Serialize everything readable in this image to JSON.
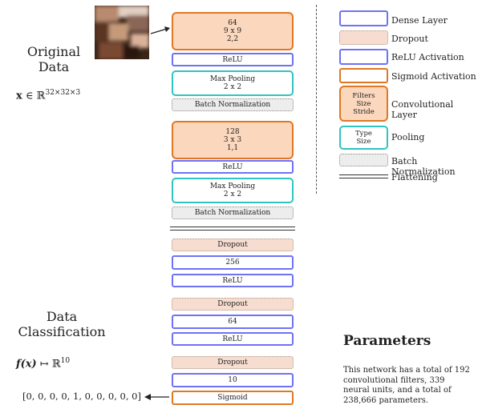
{
  "input": {
    "title_line1": "Original",
    "title_line2": "Data",
    "formula": "x ∈ ℝ³²ˣ³²ˣ³",
    "formula_bold": "x",
    "formula_rest": " ∈ ℝ",
    "formula_sup": "32×32×3"
  },
  "output": {
    "title_line1": "Data",
    "title_line2": "Classification",
    "formula_func": "f(x)",
    "formula_rest": " ↦ ℝ",
    "formula_sup": "10",
    "vector": "[0, 0, 0, 0, 1, 0, 0, 0, 0, 0]"
  },
  "layers": {
    "conv1": {
      "filters": "64",
      "size": "9 x 9",
      "stride": "2,2"
    },
    "relu1": "ReLU",
    "pool1": {
      "type": "Max Pooling",
      "size": "2 x 2"
    },
    "bn1": "Batch Normalization",
    "conv2": {
      "filters": "128",
      "size": "3 x 3",
      "stride": "1,1"
    },
    "relu2": "ReLU",
    "pool2": {
      "type": "Max Pooling",
      "size": "2 x 2"
    },
    "bn2": "Batch Normalization",
    "dropout1": "Dropout",
    "dense1": "256",
    "relu3": "ReLU",
    "dropout2": "Dropout",
    "dense2": "64",
    "relu4": "ReLU",
    "dropout3": "Dropout",
    "dense3": "10",
    "sigmoid": "Sigmoid"
  },
  "legend": {
    "dense": "Dense Layer",
    "dropout": "Dropout",
    "relu": "ReLU Activation",
    "sigmoid": "Sigmoid Activation",
    "conv_box": [
      "Filters",
      "Size",
      "Stride"
    ],
    "conv": "Convolutional Layer",
    "pool_box": [
      "Type",
      "Size"
    ],
    "pool": "Pooling",
    "bn": "Batch Normalization",
    "flat": "Flattening"
  },
  "parameters": {
    "title": "Parameters",
    "text": "This network has a total of 192 convolutional filters, 339 neural units, and a total of 238,666 parameters."
  },
  "colors": {
    "dense": "#6f72f4",
    "conv": "#e07823",
    "conv_fill": "#fbd7bd",
    "pool": "#30c4c0",
    "dropout_fill": "#f6ddd0",
    "bn_fill": "#ededed"
  },
  "icons": {
    "input_image": "blurred-photo-thumbnail",
    "arrow_in": "arrow-right-icon",
    "arrow_out": "arrow-left-icon"
  }
}
